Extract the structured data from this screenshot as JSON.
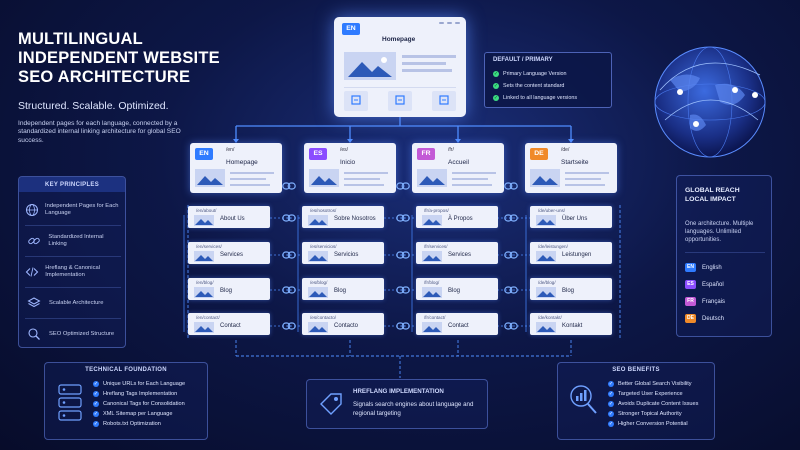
{
  "title": {
    "line1": "MULTILINGUAL",
    "line2": "INDEPENDENT WEBSITE",
    "line3": "SEO ARCHITECTURE"
  },
  "tagline": "Structured. Scalable. Optimized.",
  "description": "Independent pages for each language, connected by a standardized internal linking architecture for global SEO success.",
  "key_principles": {
    "heading": "KEY PRINCIPLES",
    "items": [
      {
        "label": "Independent Pages for Each Language",
        "icon": "globe-icon"
      },
      {
        "label": "Standardized Internal Linking",
        "icon": "link-icon"
      },
      {
        "label": "Hreflang & Canonical Implementation",
        "icon": "code-icon"
      },
      {
        "label": "Scalable Architecture",
        "icon": "layers-icon"
      },
      {
        "label": "SEO Optimized Structure",
        "icon": "search-icon"
      }
    ]
  },
  "root": {
    "badge": "EN",
    "title": "Homepage"
  },
  "default_box": {
    "heading": "DEFAULT / PRIMARY",
    "items": [
      "Primary Language Version",
      "Sets the content standard",
      "Linked to all language versions"
    ]
  },
  "languages": [
    {
      "code": "EN",
      "path": "/en/",
      "name": "Homepage",
      "color": "#2f7bff",
      "pages": [
        {
          "path": "/en/about/",
          "name": "About Us"
        },
        {
          "path": "/en/services/",
          "name": "Services"
        },
        {
          "path": "/en/blog/",
          "name": "Blog"
        },
        {
          "path": "/en/contact/",
          "name": "Contact"
        }
      ]
    },
    {
      "code": "ES",
      "path": "/es/",
      "name": "Inicio",
      "color": "#8b4dff",
      "pages": [
        {
          "path": "/es/nosotros/",
          "name": "Sobre Nosotros"
        },
        {
          "path": "/es/servicios/",
          "name": "Servicios"
        },
        {
          "path": "/es/blog/",
          "name": "Blog"
        },
        {
          "path": "/es/contacto/",
          "name": "Contacto"
        }
      ]
    },
    {
      "code": "FR",
      "path": "/fr/",
      "name": "Accueil",
      "color": "#c35ad6",
      "pages": [
        {
          "path": "/fr/a-propos/",
          "name": "À Propos"
        },
        {
          "path": "/fr/services/",
          "name": "Services"
        },
        {
          "path": "/fr/blog/",
          "name": "Blog"
        },
        {
          "path": "/fr/contact/",
          "name": "Contact"
        }
      ]
    },
    {
      "code": "DE",
      "path": "/de/",
      "name": "Startseite",
      "color": "#f08a2a",
      "pages": [
        {
          "path": "/de/uber-uns/",
          "name": "Über Uns"
        },
        {
          "path": "/de/leistungen/",
          "name": "Leistungen"
        },
        {
          "path": "/de/blog/",
          "name": "Blog"
        },
        {
          "path": "/de/kontakt/",
          "name": "Kontakt"
        }
      ]
    }
  ],
  "global_reach": {
    "heading1": "GLOBAL REACH",
    "heading2": "LOCAL IMPACT",
    "text": "One architecture. Multiple languages. Unlimited opportunities.",
    "languages": [
      {
        "code": "EN",
        "name": "English",
        "color": "#2f7bff"
      },
      {
        "code": "ES",
        "name": "Español",
        "color": "#8b4dff"
      },
      {
        "code": "FR",
        "name": "Français",
        "color": "#c35ad6"
      },
      {
        "code": "DE",
        "name": "Deutsch",
        "color": "#f08a2a"
      }
    ]
  },
  "technical": {
    "heading": "TECHNICAL FOUNDATION",
    "items": [
      "Unique URLs for Each Language",
      "Hreflang Tags Implementation",
      "Canonical Tags for Consolidation",
      "XML Sitemap per Language",
      "Robots.txt Optimization"
    ]
  },
  "hreflang": {
    "heading": "HREFLANG IMPLEMENTATION",
    "text": "Signals search engines about language and regional targeting"
  },
  "seo_benefits": {
    "heading": "SEO BENEFITS",
    "items": [
      "Better Global Search Visibility",
      "Targeted User Experience",
      "Avoids Duplicate Content Issues",
      "Stronger Topical Authority",
      "Higher Conversion Potential"
    ]
  }
}
